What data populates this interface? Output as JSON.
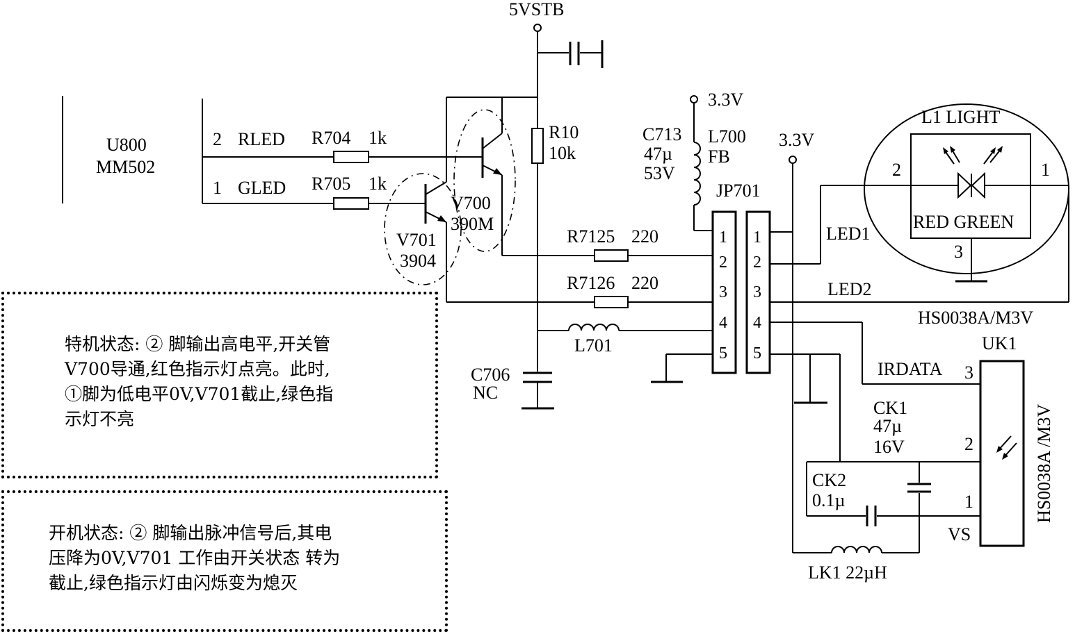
{
  "labels": {
    "vstb": "5VSTB",
    "u800": "U800",
    "mm502": "MM502",
    "rled_pin": "2",
    "rled": "RLED",
    "gled_pin": "1",
    "gled": "GLED",
    "r704": "R704",
    "r704_val": "1k",
    "r705": "R705",
    "r705_val": "1k",
    "r10": "R10",
    "r10_val": "10k",
    "v700": "V700",
    "v700_val": "390M",
    "v701": "V701",
    "v701_val": "3904",
    "r7125": "R7125",
    "r7125_val": "220",
    "r7126": "R7126",
    "r7126_val": "220",
    "l701": "L701",
    "c706": "C706",
    "c706_val": "NC",
    "v33_a": "3.3V",
    "c713": "C713",
    "c713_val1": "47µ",
    "c713_val2": "53V",
    "l700": "L700",
    "l700_val": "FB",
    "v33_b": "3.3V",
    "jp701": "JP701",
    "led1": "LED1",
    "led2": "LED2",
    "l1_light": "L1  LIGHT",
    "red_green": "RED GREEN",
    "l1_pin2": "2",
    "l1_pin1": "1",
    "l1_pin3": "3",
    "hs0038_h": "HS0038A/M3V",
    "uk1": "UK1",
    "irdata": "IRDATA",
    "uk1_pin3": "3",
    "uk1_pin2": "2",
    "uk1_pin1": "1",
    "vs": "VS",
    "hs0038_v": "HS0038A /M3V",
    "ck1": "CK1",
    "ck1_val1": "47µ",
    "ck1_val2": "16V",
    "ck2": "CK2",
    "ck2_val": "0.1µ",
    "lk1": "LK1  22µH"
  },
  "jp_left_pins": [
    "1",
    "2",
    "3",
    "4",
    "5"
  ],
  "jp_right_pins": [
    "1",
    "2",
    "3",
    "4",
    "5"
  ],
  "notes": {
    "standby": "特机状态: ② 脚输出高电平,开关管\nV700导通,红色指示灯点亮。此时,\n①脚为低电平0V,V701截止,绿色指\n示灯不亮",
    "poweron": "开机状态: ② 脚输出脉冲信号后,其电\n压降为0V,V701 工作由开关状态 转为\n截止,绿色指示灯由闪烁变为熄灭"
  },
  "colors": {
    "ink": "#000000",
    "paper": "#ffffff"
  }
}
